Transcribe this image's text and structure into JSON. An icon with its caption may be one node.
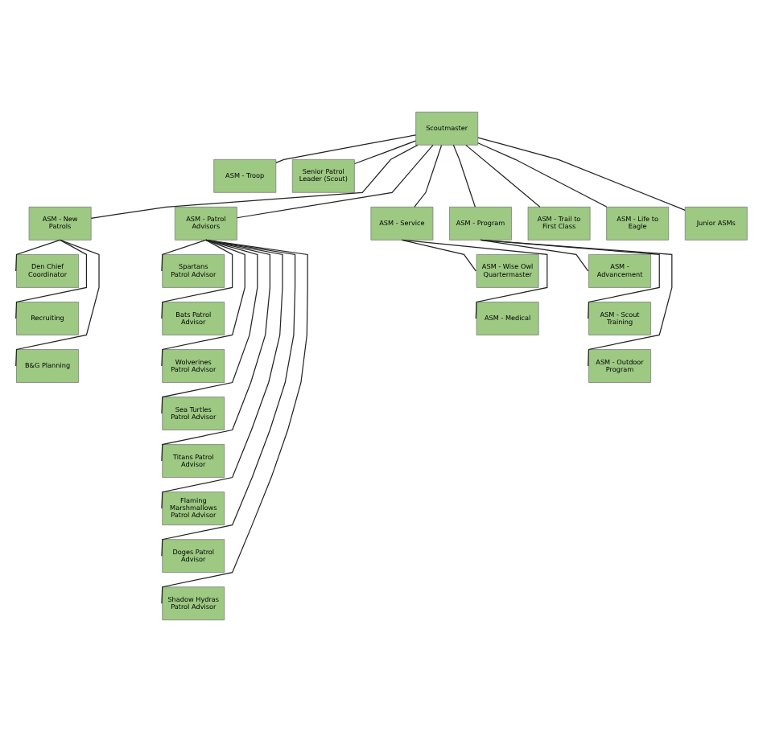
{
  "diagram": {
    "nodes": [
      {
        "text": [
          "Scoutmaster"
        ]
      },
      {
        "text": [
          "ASM - Troop"
        ]
      },
      {
        "text": [
          "Senior Patrol Leader (Scout)"
        ]
      },
      {
        "text": [
          "ASM - New Patrols"
        ]
      },
      {
        "text": [
          "ASM - Patrol Advisors"
        ]
      },
      {
        "text": [
          "ASM - Service"
        ]
      },
      {
        "text": [
          "ASM - Program"
        ]
      },
      {
        "text": [
          "ASM - Trail to First Class"
        ]
      },
      {
        "text": [
          "ASM - Life to Eagle"
        ]
      },
      {
        "text": [
          "Junior ASMs"
        ]
      },
      {
        "text": [
          "Den Chief Coordinator"
        ]
      },
      {
        "text": [
          "Recruiting"
        ]
      },
      {
        "text": [
          "B&G Planning"
        ]
      },
      {
        "text": [
          "Spartans Patrol Advisor"
        ]
      },
      {
        "text": [
          "Bats Patrol Advisor"
        ]
      },
      {
        "text": [
          "Wolverines Patrol Advisor"
        ]
      },
      {
        "text": [
          "Sea Turtles Patrol Advisor"
        ]
      },
      {
        "text": [
          "Titans Patrol Advisor"
        ]
      },
      {
        "text": [
          "Flaming Marshmallows Patrol Advisor"
        ]
      },
      {
        "text": [
          "Doges Patrol Advisor"
        ]
      },
      {
        "text": [
          "Shadow Hydras Patrol Advisor"
        ]
      },
      {
        "text": [
          "ASM - Wise Owl Quartermaster"
        ]
      },
      {
        "text": [
          "ASM - Medical"
        ]
      },
      {
        "text": [
          "ASM - Advancement"
        ]
      },
      {
        "text": [
          "ASM - Scout Training"
        ]
      },
      {
        "text": [
          "ASM - Outdoor Program"
        ]
      }
    ],
    "edges": [
      {
        "from": 0,
        "to": 1,
        "arrow": "none"
      },
      {
        "from": 0,
        "to": 2,
        "arrow": "none"
      },
      {
        "from": 0,
        "to": 3,
        "arrow": "none"
      },
      {
        "from": 0,
        "to": 4,
        "arrow": "none"
      },
      {
        "from": 0,
        "to": 5,
        "arrow": "none"
      },
      {
        "from": 0,
        "to": 6,
        "arrow": "none"
      },
      {
        "from": 0,
        "to": 7,
        "arrow": "none"
      },
      {
        "from": 0,
        "to": 8,
        "arrow": "none"
      },
      {
        "from": 0,
        "to": 9,
        "arrow": "none"
      },
      {
        "from": 3,
        "to": 10,
        "arrow": "none"
      },
      {
        "from": 3,
        "to": 11,
        "arrow": "none"
      },
      {
        "from": 3,
        "to": 12,
        "arrow": "none"
      },
      {
        "from": 4,
        "to": 13,
        "arrow": "none"
      },
      {
        "from": 4,
        "to": 14,
        "arrow": "none"
      },
      {
        "from": 4,
        "to": 15,
        "arrow": "none"
      },
      {
        "from": 4,
        "to": 16,
        "arrow": "none"
      },
      {
        "from": 4,
        "to": 17,
        "arrow": "none"
      },
      {
        "from": 4,
        "to": 18,
        "arrow": "none"
      },
      {
        "from": 4,
        "to": 19,
        "arrow": "none"
      },
      {
        "from": 4,
        "to": 20,
        "arrow": "none"
      },
      {
        "from": 5,
        "to": 21,
        "arrow": "none"
      },
      {
        "from": 5,
        "to": 22,
        "arrow": "none"
      },
      {
        "from": 6,
        "to": 23,
        "arrow": "none"
      },
      {
        "from": 6,
        "to": 24,
        "arrow": "none"
      },
      {
        "from": 6,
        "to": 25,
        "arrow": "none"
      }
    ]
  }
}
